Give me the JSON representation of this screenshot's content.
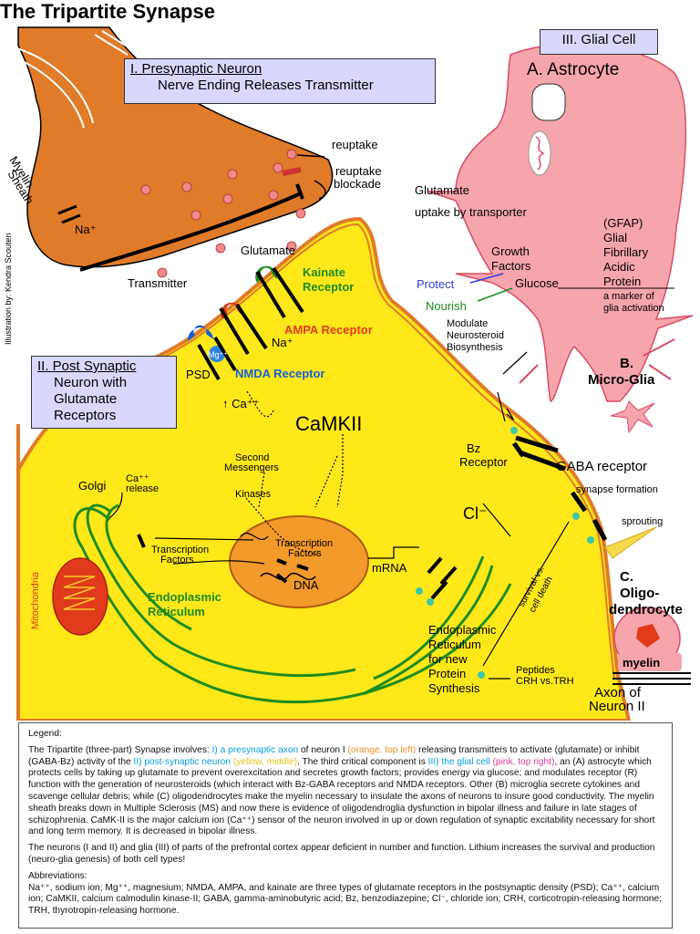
{
  "title": "The Tripartite Synapse",
  "boxes": {
    "presynaptic_heading": "I.  Presynaptic Neuron",
    "presynaptic_sub": "Nerve Ending Releases Transmitter",
    "postsynaptic_line1": "II. Post Synaptic",
    "postsynaptic_line2": "Neuron with",
    "postsynaptic_line3": "Glutamate",
    "postsynaptic_line4": "Receptors",
    "glial_cell": "III. Glial Cell"
  },
  "labels": {
    "myelin_sheath_1": "Myelin",
    "myelin_sheath_2": "Sheath",
    "na_pre": "Na⁺",
    "reuptake": "reuptake",
    "reuptake_blockade_1": "reuptake",
    "reuptake_blockade_2": "blockade",
    "glutamate_pre": "Glutamate",
    "transmitter": "Transmitter",
    "glutamate_uptake_1": "Glutamate",
    "glutamate_uptake_2": "uptake by transporter",
    "astrocyte": "A. Astrocyte",
    "gfap_1": "(GFAP)",
    "gfap_2": "Glial",
    "gfap_3": "Fibrillary",
    "gfap_4": "Acidic",
    "gfap_5": "Protein",
    "gfap_6": "a marker of",
    "gfap_7": "glia activation",
    "growth_factors_1": "Growth",
    "growth_factors_2": "Factors",
    "protect": "Protect",
    "glucose": "Glucose",
    "nourish": "Nourish",
    "modulate_1": "Modulate",
    "modulate_2": "Neurosteroid",
    "modulate_3": "Biosynthesis",
    "kainate_1": "Kainate",
    "kainate_2": "Receptor",
    "ampa": "AMPA Receptor",
    "na_post": "Na⁺",
    "mg": "Mg⁺⁺",
    "nmda": "NMDA Receptor",
    "psd": "PSD",
    "ca": "↑ Ca⁺⁺",
    "camkii": "CaMKII",
    "micro_glia_1": "B.",
    "micro_glia_2": "Micro-Glia",
    "bz_1": "Bz",
    "bz_2": "Receptor",
    "gaba": "GABA receptor",
    "synapse_formation": "synapse formation",
    "cl": "Cl⁻",
    "sprouting": "sprouting",
    "second_messengers_1": "Second",
    "second_messengers_2": "Messengers",
    "kinases": "Kinases",
    "golgi": "Golgi",
    "ca_release_1": "Ca⁺⁺",
    "ca_release_2": "release",
    "transcription_factors_1a": "Transcription",
    "transcription_factors_1b": "Factors",
    "transcription_factors_2a": "Transcription",
    "transcription_factors_2b": "Factors",
    "dna": "DNA",
    "mrna": "mRNA",
    "mitochondria": "Mitochondria",
    "er_1": "Endoplasmic",
    "er_2": "Reticulum",
    "er_new_1": "Endoplasmic",
    "er_new_2": "Reticulum",
    "er_new_3": "for new",
    "er_new_4": "Protein",
    "er_new_5": "Synthesis",
    "survival_1": "survival vs.",
    "survival_2": "cell death",
    "peptides_1": "Peptides",
    "peptides_2": "CRH vs.TRH",
    "oligo_1": "C.",
    "oligo_2": "Oligo-",
    "oligo_3": "dendrocyte",
    "myelin": "myelin",
    "axon_1": "Axon of",
    "axon_2": "Neuron II",
    "illustration_by": "Illustration by:  Kendra Scouten"
  },
  "legend": {
    "heading": "Legend:",
    "p1_a": "The Tripartite (three-part) Synapse involves: ",
    "p1_b": "I) a presynaptic axon",
    "p1_c": " of neuron I ",
    "p1_d": "(orange, top left)",
    "p1_e": " releasing transmitters to activate (glutamate) or inhibit (GABA-Bz) activity of the ",
    "p1_f": "II) post-synaptic neuron",
    "p1_g": " ",
    "p1_h": "(yellow, middle)",
    "p1_i": ". The third critical component is ",
    "p1_j": "III) the glial cell",
    "p1_k": " ",
    "p1_l": "(pink, top right)",
    "p1_m": ", an (A) astrocyte which protects cells by taking up glutamate to prevent overexcitation and secretes growth factors; provides energy via glucose; and modulates receptor (R) function with the generation of neurosteroids (which interact with Bz-GABA receptors and NMDA receptors. Other (B) microglia secrete cytokines and scavenge cellular debris; while (C) oligodendrocytes make the myelin necessary to insulate the axons of neurons to insure good conductivity. The myelin sheath breaks down in Multiple Sclerosis (MS) and now there is evidence of oligodendroglia dysfunction in bipolar illness and failure in late stages of schizophrenia. CaMK-II is the major calcium ion (Ca⁺⁺) sensor of the neuron involved in up or down regulation of synaptic excitability necessary for short and long term memory. It is decreased in bipolar illness.",
    "p2": "The neurons (I and II) and glia (III) of parts of the prefrontal cortex appear deficient in number and function. Lithium increases the survival and production (neuro-glia genesis) of both cell types!",
    "abbrev_heading": "Abbreviations:",
    "abbrev": "Na⁺⁺, sodium ion; Mg⁺⁺, magnesium; NMDA, AMPA, and kainate are three types of glutamate receptors in the postsynaptic density (PSD); Ca⁺⁺, calcium ion; CaMKII, calcium calmodulin kinase-II; GABA, gamma-aminobutyric acid; Bz, benzodiazepine; Cl⁻, chloride ion; CRH, corticotropin-releasing hormone; TRH, thyrotropin-releasing hormone."
  },
  "colors": {
    "presynaptic": "#e07b2a",
    "postsynaptic": "#ffe81a",
    "glial": "#f6a5ad",
    "er_green": "#1f8c1f",
    "nucleus": "#f29a2a",
    "legend_blue": "#0a9be0",
    "legend_pink": "#e03c9c"
  }
}
